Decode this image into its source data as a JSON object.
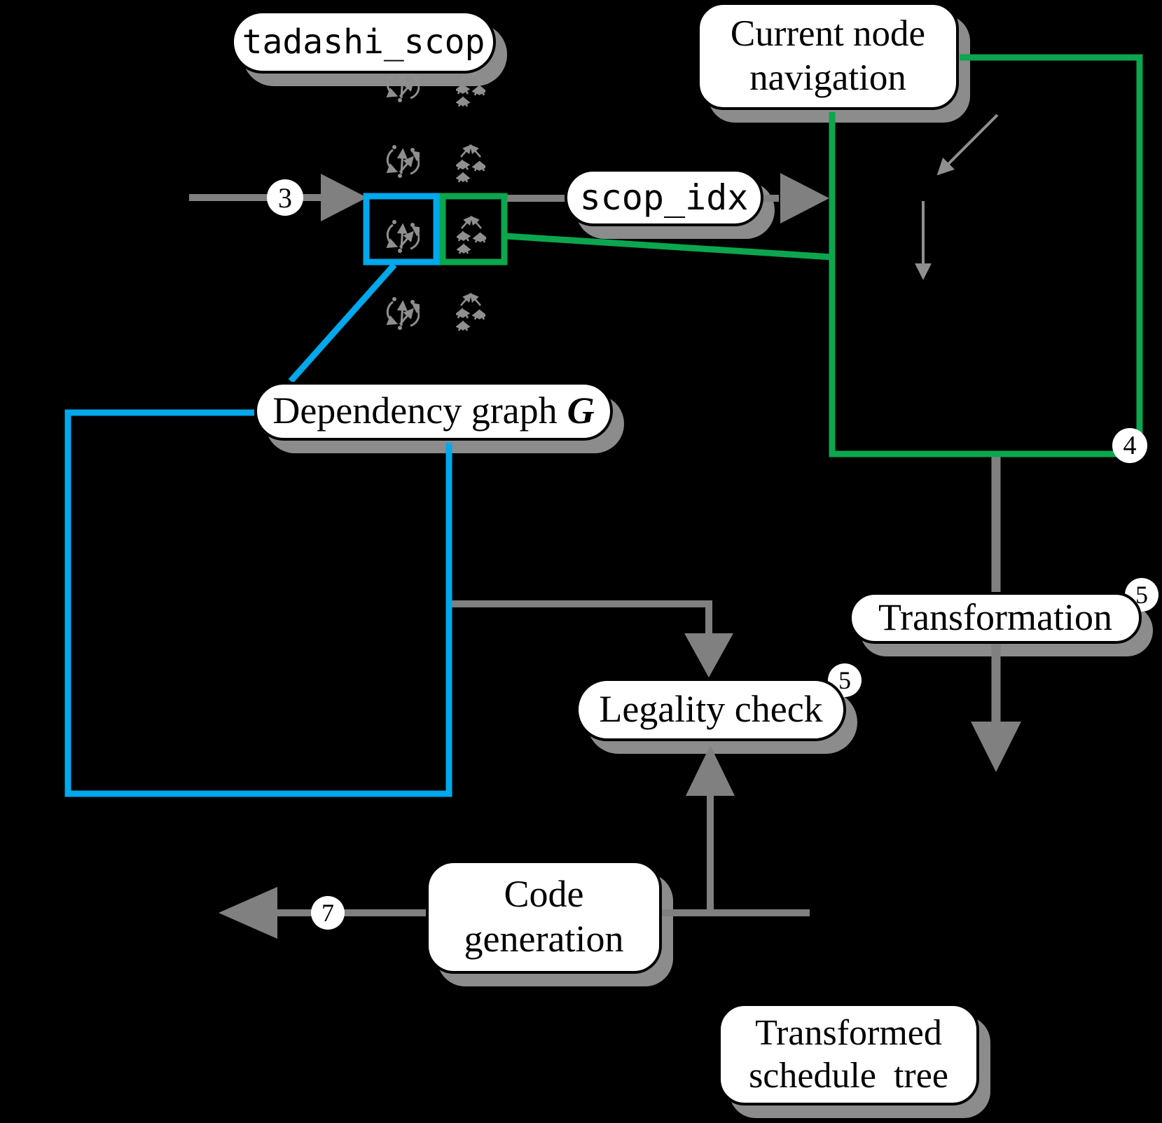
{
  "diagram": {
    "background": "#000000",
    "colors": {
      "connector_gray": "#808080",
      "shadow_gray": "#8c8c8c",
      "green": "#0ba64e",
      "blue": "#00a8ec",
      "icon_gray": "#8f8f8f",
      "label_bg": "#ffffff",
      "label_border": "#000000"
    },
    "labels": {
      "tadashi_scop": "tadashi_scop",
      "current_node_navigation_line1": "Current node",
      "current_node_navigation_line2": "navigation",
      "scop_idx": "scop_idx",
      "dependency_graph_text": "Dependency graph",
      "dependency_graph_var": "G",
      "transformation": "Transformation",
      "legality_check": "Legality check",
      "code_generation_line1": "Code",
      "code_generation_line2": "generation",
      "transformed_schedule_tree_line1": "Transformed",
      "transformed_schedule_tree_line2": "schedule tree"
    },
    "badges": {
      "input_step": "3",
      "navigation_step": "4",
      "transformation_step": "5",
      "legality_step": "5",
      "output_step": "7"
    },
    "icons": {
      "left_column": "dependency-graph-glyph",
      "right_column": "schedule-tree-glyph",
      "row_count": 4
    }
  }
}
